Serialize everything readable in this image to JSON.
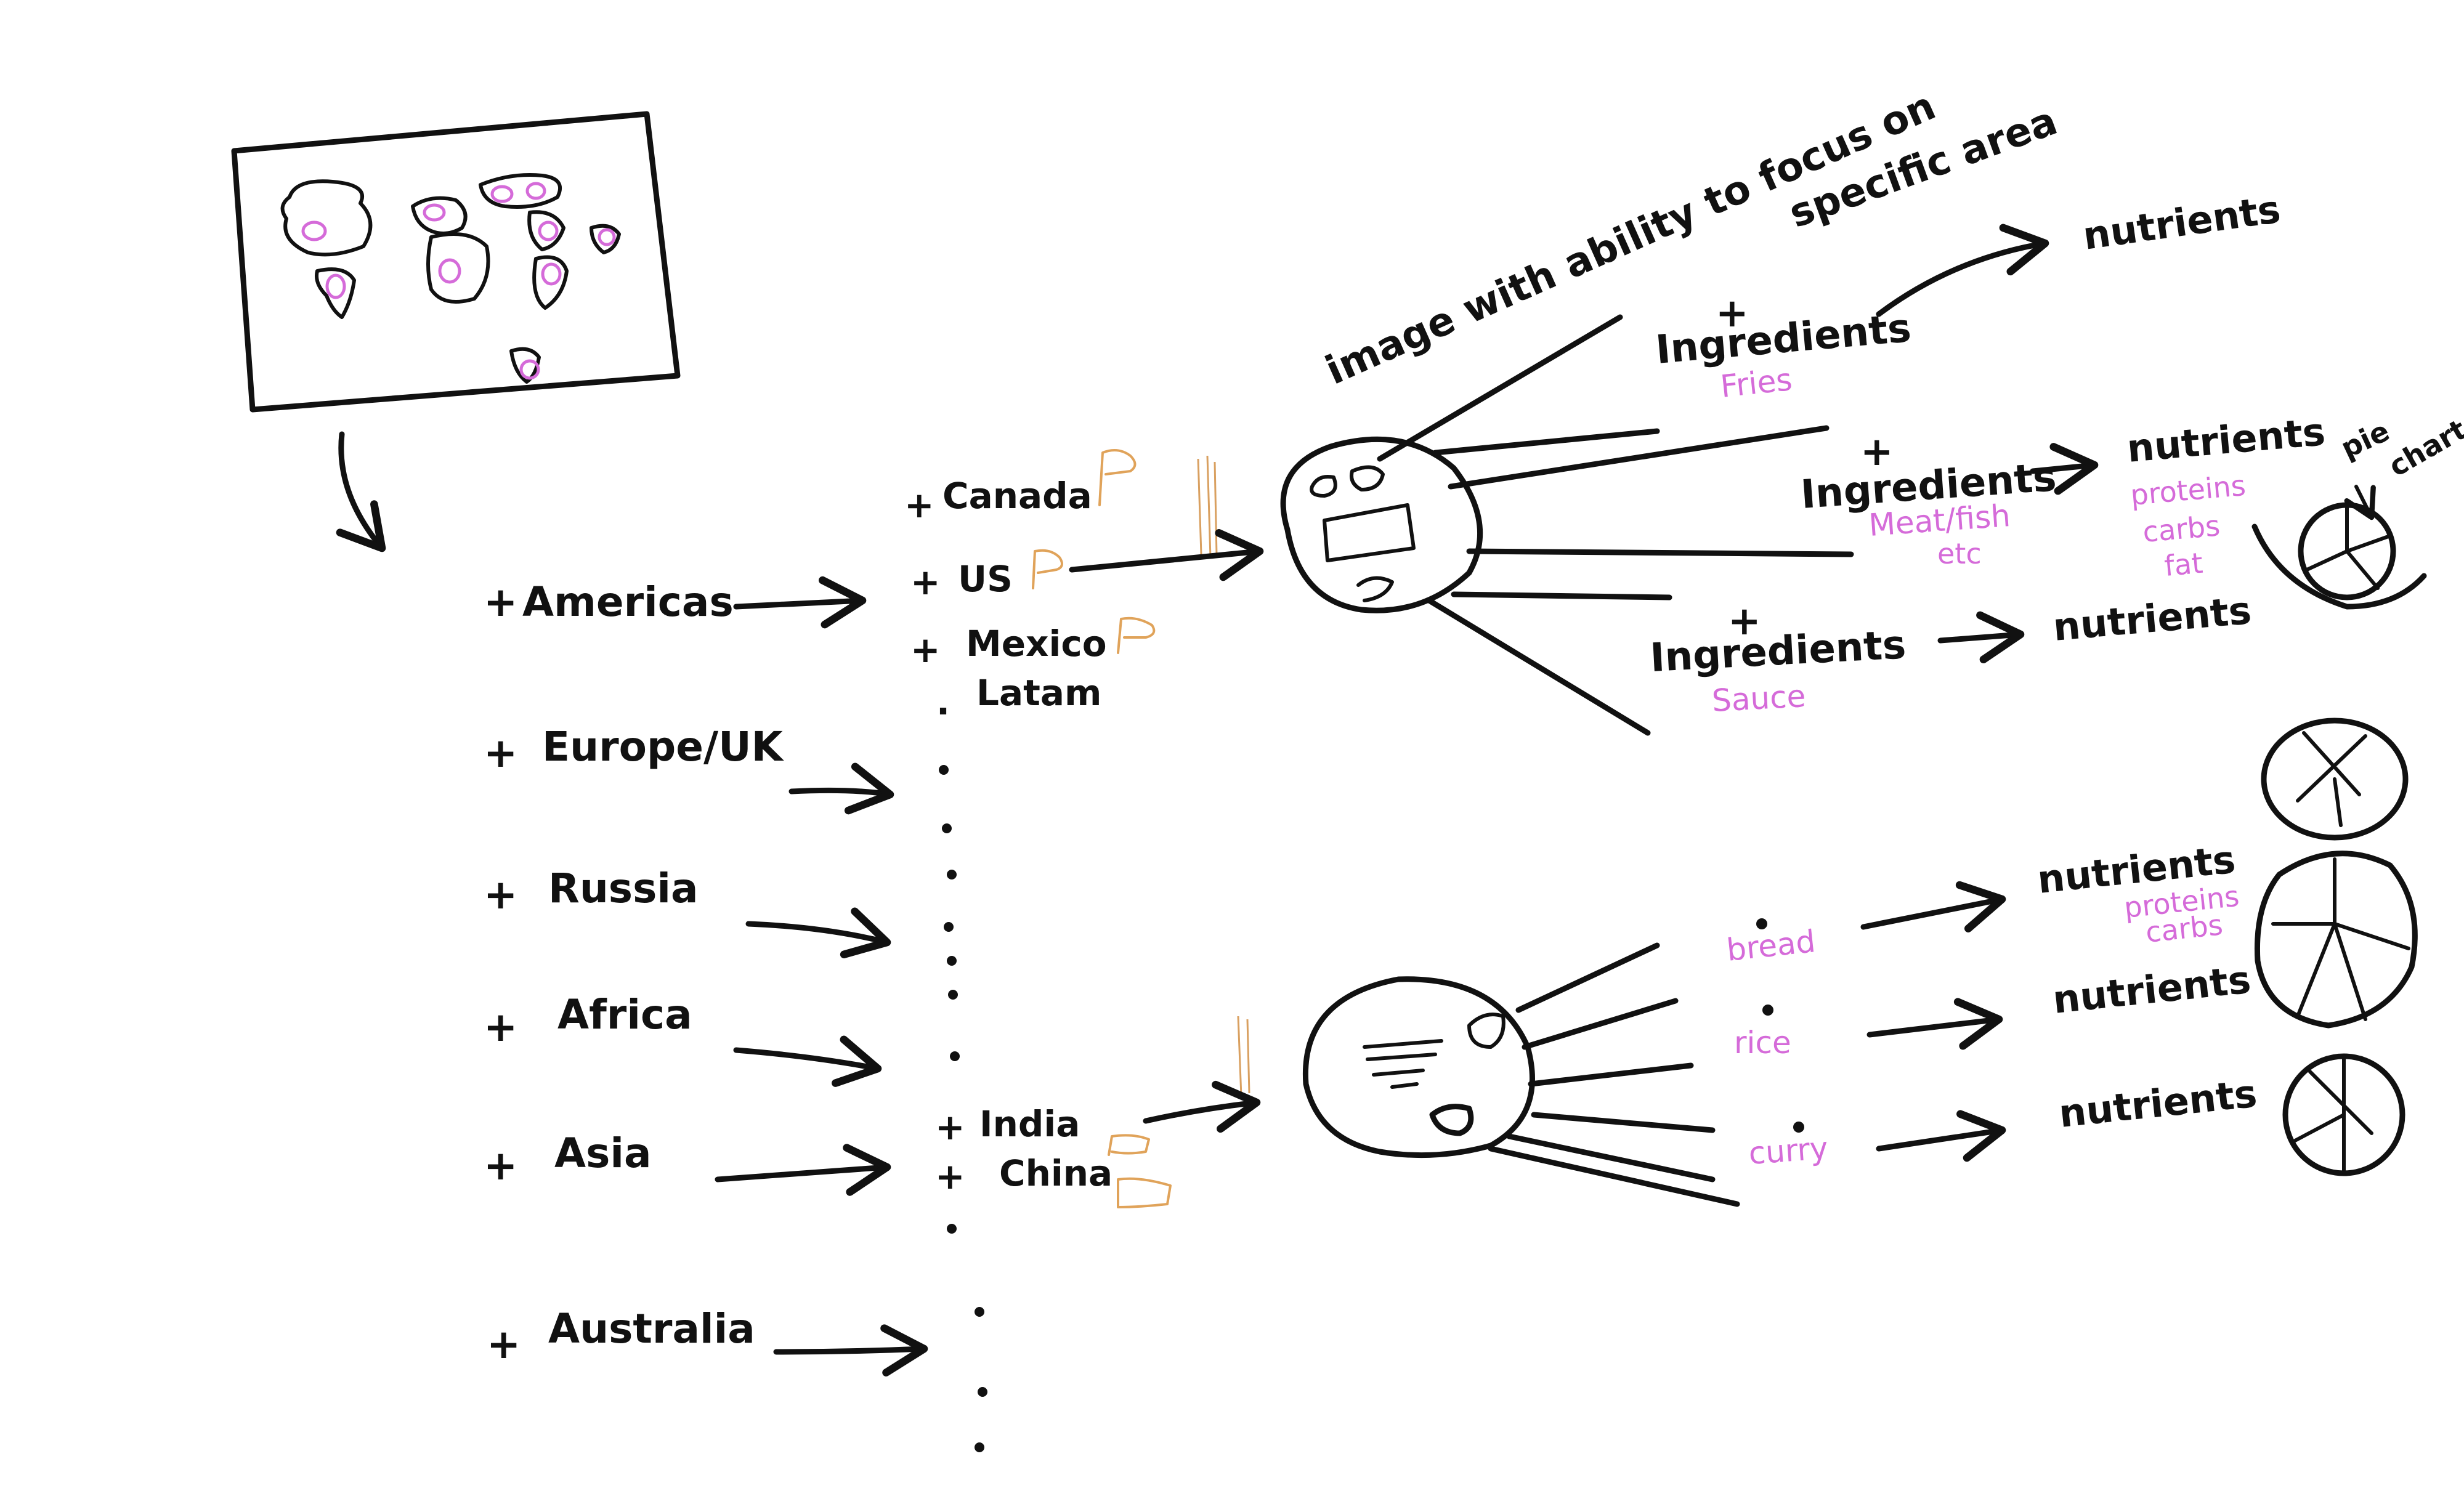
{
  "regions": [
    {
      "label": "Americas"
    },
    {
      "label": "Europe/UK"
    },
    {
      "label": "Russia"
    },
    {
      "label": "Africa"
    },
    {
      "label": "Asia"
    },
    {
      "label": "Australia"
    }
  ],
  "countries": [
    {
      "label": "Canada"
    },
    {
      "label": "US"
    },
    {
      "label": "Mexico"
    },
    {
      "label": "Latam"
    },
    {
      "label": "India"
    },
    {
      "label": "China"
    }
  ],
  "focus_note": {
    "line1": "image with ability to focus on",
    "line2": "specific area"
  },
  "us_branch": {
    "items": [
      {
        "label": "Ingredients",
        "sub": "Fries",
        "nutrients": "nutrients"
      },
      {
        "label": "Ingredients",
        "sub": "Meat/fish",
        "sub2": "etc",
        "nutrients": "nutrients",
        "macros": [
          "proteins",
          "carbs",
          "fat"
        ],
        "chart_label": [
          "pie",
          "chart"
        ]
      },
      {
        "label": "Ingredients",
        "sub": "Sauce",
        "nutrients": "nutrients"
      }
    ]
  },
  "india_branch": {
    "items": [
      {
        "label": "bread",
        "nutrients": "nutrients",
        "macros": [
          "proteins",
          "carbs"
        ]
      },
      {
        "label": "rice",
        "nutrients": "nutrients"
      },
      {
        "label": "curry",
        "nutrients": "nutrients"
      }
    ]
  },
  "colors": {
    "ink": "#111111",
    "accent": "#d56bd9",
    "flag": "#e0a35a"
  }
}
